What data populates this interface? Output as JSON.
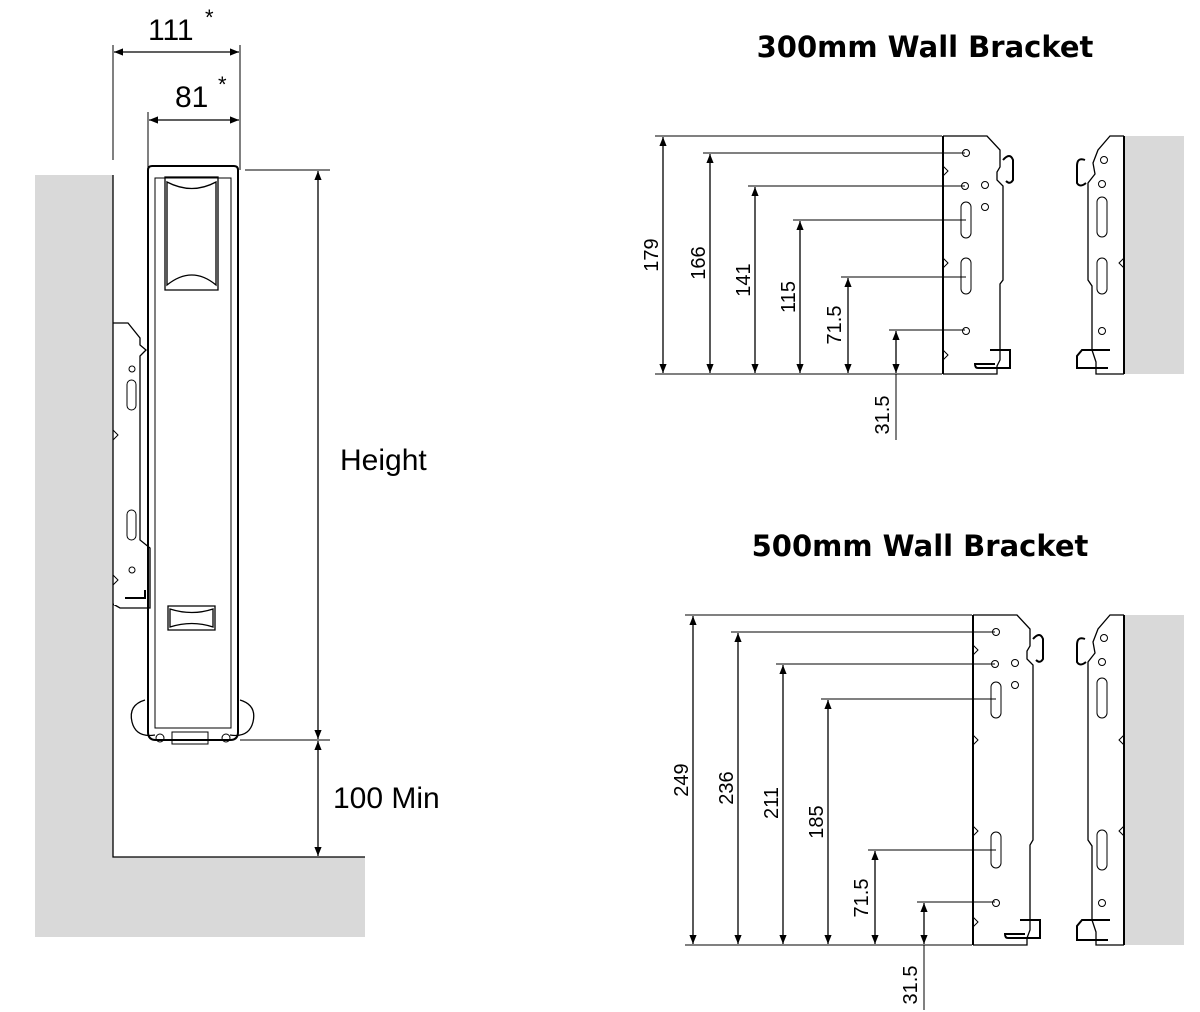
{
  "side_view": {
    "dim_outer_width": "111",
    "dim_outer_width_mark": "*",
    "dim_inner_width": "81",
    "dim_inner_width_mark": "*",
    "label_height": "Height",
    "label_floor_gap": "100 Min"
  },
  "bracket_300": {
    "title": "300mm Wall Bracket",
    "dims": [
      "179",
      "166",
      "141",
      "115",
      "71.5",
      "31.5"
    ]
  },
  "bracket_500": {
    "title": "500mm Wall Bracket",
    "dims": [
      "249",
      "236",
      "211",
      "185",
      "71.5",
      "31.5"
    ]
  },
  "colors": {
    "wall": "#d9d9d9",
    "line": "#000000"
  }
}
